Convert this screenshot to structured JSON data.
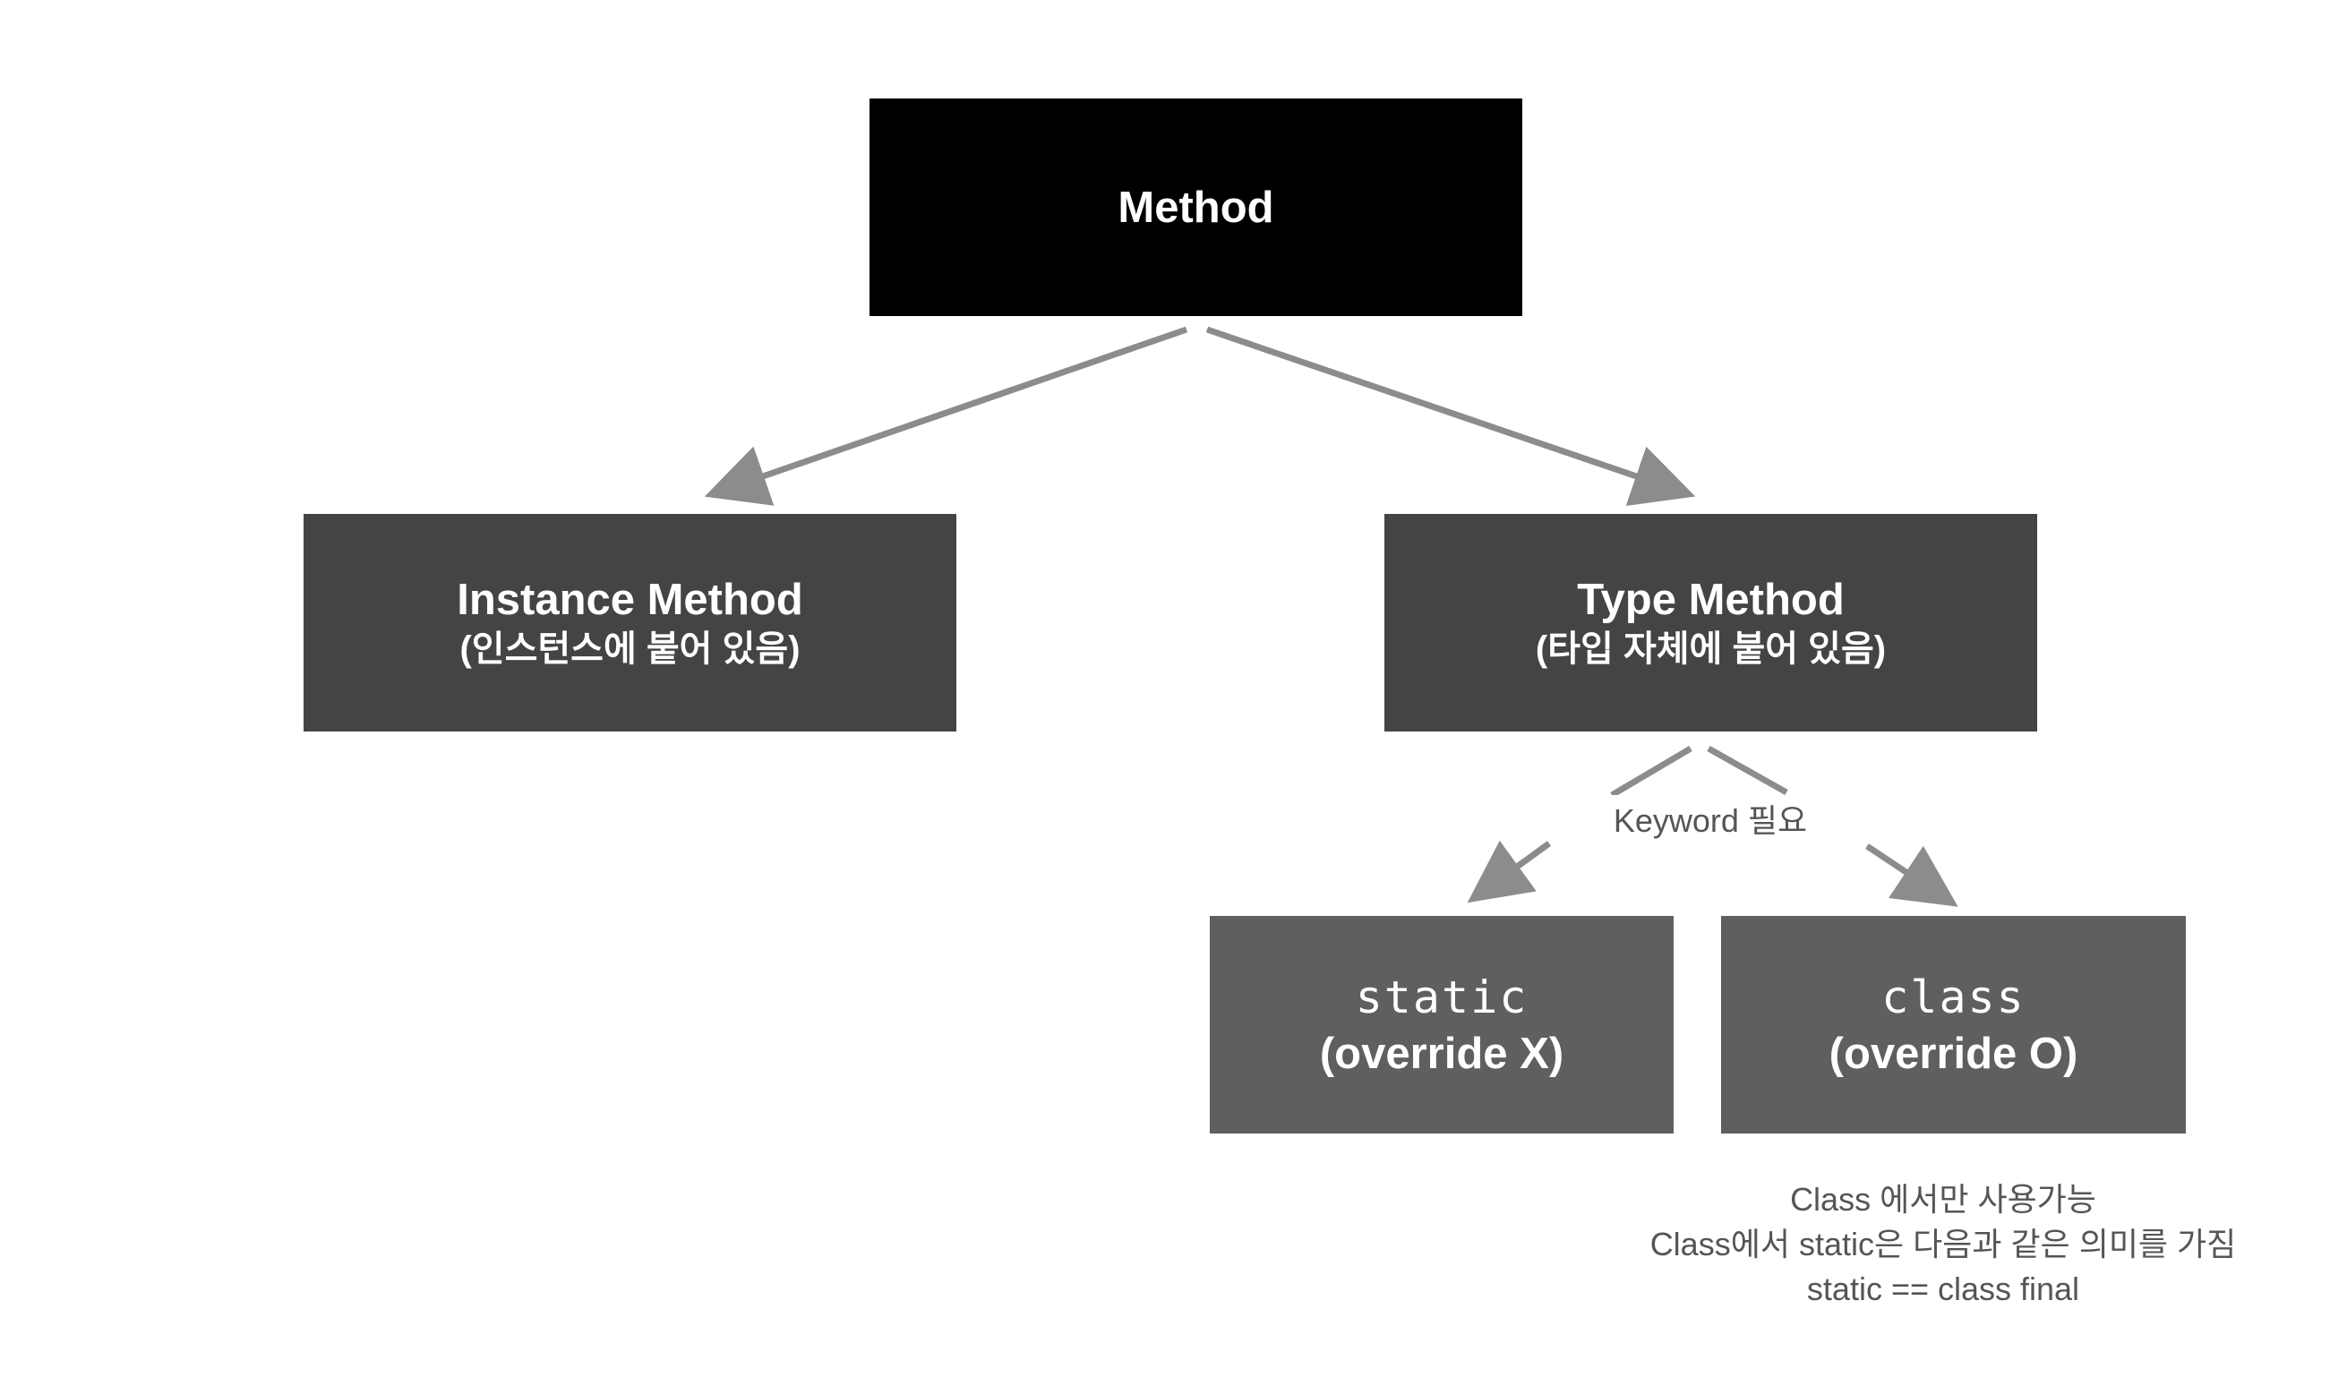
{
  "root": {
    "label": "Method"
  },
  "instance_method": {
    "title": "Instance Method",
    "subtitle": "(인스턴스에 붙어 있음)"
  },
  "type_method": {
    "title": "Type Method",
    "subtitle": "(타입 자체에 붙어 있음)"
  },
  "keyword_label": "Keyword 필요",
  "static_keyword": {
    "keyword": "static",
    "override": "(override X)"
  },
  "class_keyword": {
    "keyword": "class",
    "override": "(override O)"
  },
  "note": {
    "line1": "Class 에서만 사용가능",
    "line2": "Class에서 static은 다음과 같은 의미를 가짐",
    "line3": "static == class final"
  },
  "colors": {
    "root_box": "#000000",
    "level2_box": "#444444",
    "level3_box": "#5f5f5f",
    "arrow": "#8c8c8c"
  }
}
